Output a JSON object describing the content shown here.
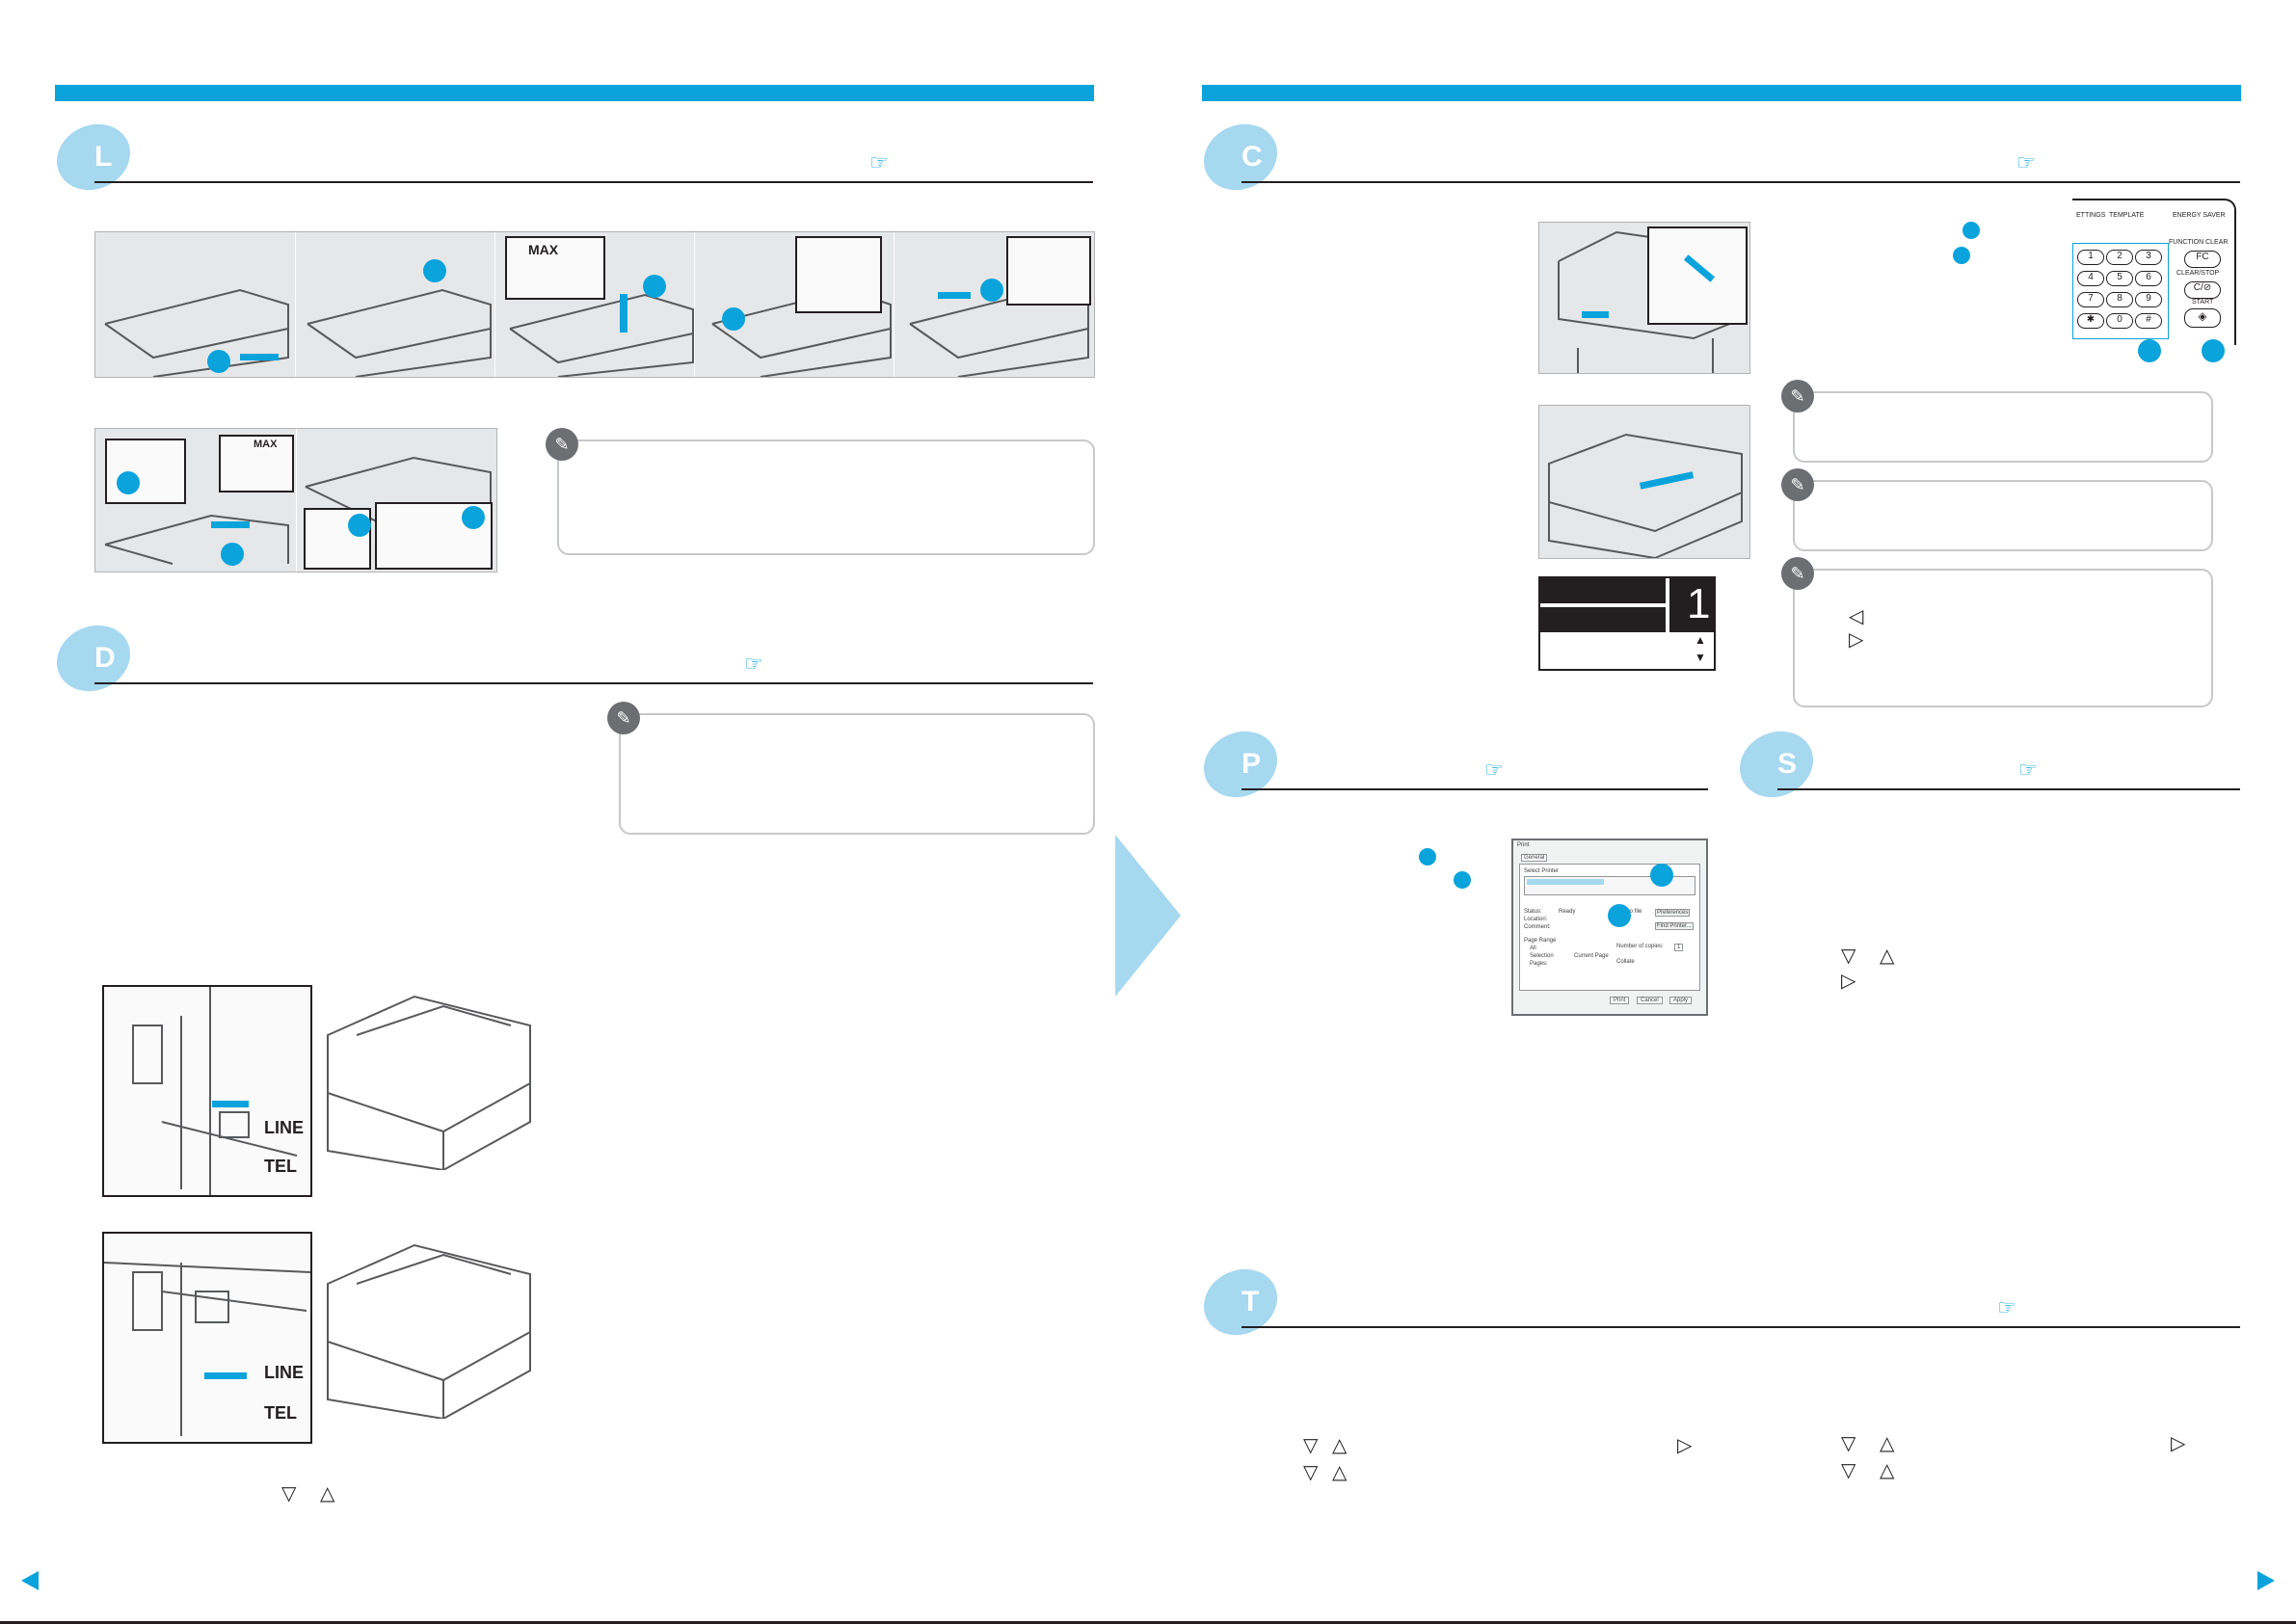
{
  "sections": {
    "loading": {
      "letter": "L"
    },
    "copy": {
      "letter": "C"
    },
    "dialing": {
      "letter": "D"
    },
    "print": {
      "letter": "P"
    },
    "scan": {
      "letter": "S"
    },
    "tray": {
      "letter": "T"
    }
  },
  "illustrations": {
    "tray_max_label": "MAX",
    "bypass_max_label": "MAX",
    "line_label": "LINE",
    "tel_label": "TEL"
  },
  "lcd": {
    "copies": "1"
  },
  "control_panel": {
    "settings": "ETTINGS",
    "template": "TEMPLATE",
    "energy_saver": "ENERGY SAVER",
    "function_clear": "FUNCTION CLEAR",
    "fc_key": "FC",
    "clear_stop": "CLEAR/STOP",
    "cs_key": "C/⊘",
    "start": "START",
    "keys": [
      "1",
      "2",
      "3",
      "4",
      "5",
      "6",
      "7",
      "8",
      "9",
      "✱",
      "0",
      "#"
    ]
  },
  "print_dialog": {
    "title": "Print",
    "tab": "General",
    "select_printer": "Select Printer",
    "status": "Status:",
    "status_value": "Ready",
    "location": "Location:",
    "comment": "Comment:",
    "print_to_file": "Print to file",
    "preferences": "Preferences",
    "find_printer": "Find Printer...",
    "page_range": "Page Range",
    "all": "All",
    "selection": "Selection",
    "current_page": "Current Page",
    "pages": "Pages:",
    "copies": "Number of copies:",
    "copies_value": "1",
    "collate": "Collate",
    "print_btn": "Print",
    "cancel_btn": "Cancel",
    "apply_btn": "Apply"
  },
  "symbols": {
    "ref": "☞",
    "down": "▽",
    "up": "△",
    "left": "◁",
    "right": "▷",
    "pencil": "✎"
  },
  "colors": {
    "accent": "#0aa3dc",
    "badge": "#a6d8f0"
  }
}
